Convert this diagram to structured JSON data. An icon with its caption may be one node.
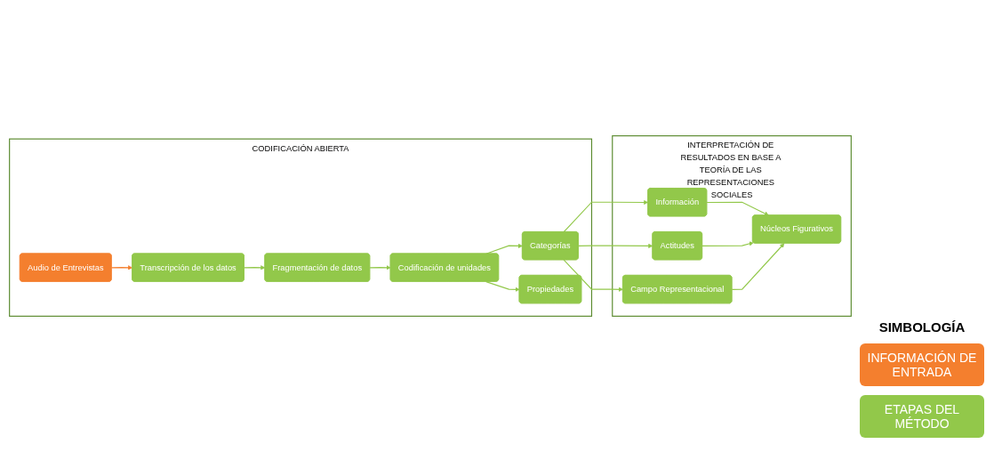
{
  "diagram": {
    "nodes": [
      {
        "text": [
          "CODIFICACIÓN ABIERTA"
        ]
      },
      {
        "text": [
          "Audio de Entrevistas"
        ],
        "in": 0
      },
      {
        "text": [
          "Transcripción de los datos"
        ],
        "in": 0
      },
      {
        "text": [
          "Fragmentación de datos"
        ],
        "in": 0
      },
      {
        "text": [
          "Codificación de unidades"
        ],
        "in": 0
      },
      {
        "text": [
          "Categorías"
        ],
        "in": 0
      },
      {
        "text": [
          "Propiedades"
        ],
        "in": 0
      },
      {
        "text": [
          "INTERPRETACIÓN DE RESULTADOS EN BASE A TEORÍA DE LAS REPRESENTACIONES SOCIALES"
        ]
      },
      {
        "text": [
          "Información"
        ],
        "in": 7
      },
      {
        "text": [
          "Actitudes"
        ],
        "in": 7
      },
      {
        "text": [
          "Campo Representacional"
        ],
        "in": 7
      },
      {
        "text": [
          "Núcleos Figurativos"
        ],
        "in": 7
      }
    ],
    "edges": [
      {
        "from": 1,
        "to": 2,
        "arrow": "to",
        "color": "#f47f2e"
      },
      {
        "from": 2,
        "to": 3,
        "arrow": "to"
      },
      {
        "from": 3,
        "to": 4,
        "arrow": "to"
      },
      {
        "from": 4,
        "to": 5,
        "arrow": "to"
      },
      {
        "from": 4,
        "to": 6,
        "arrow": "to"
      },
      {
        "from": 5,
        "to": 8,
        "arrow": "to"
      },
      {
        "from": 5,
        "to": 9,
        "arrow": "to"
      },
      {
        "from": 5,
        "to": 10,
        "arrow": "to"
      },
      {
        "from": 8,
        "to": 11,
        "arrow": "to"
      },
      {
        "from": 9,
        "to": 11,
        "arrow": "to"
      },
      {
        "from": 10,
        "to": 11,
        "arrow": "to"
      }
    ],
    "labels": [
      "SIMBOLOGÍA"
    ],
    "legend": [
      {
        "text": "INFORMACIÓN DE ENTRADA",
        "color": "#f47f2e"
      },
      {
        "text": "ETAPAS DEL MÉTODO",
        "color": "#92c84a"
      }
    ]
  }
}
